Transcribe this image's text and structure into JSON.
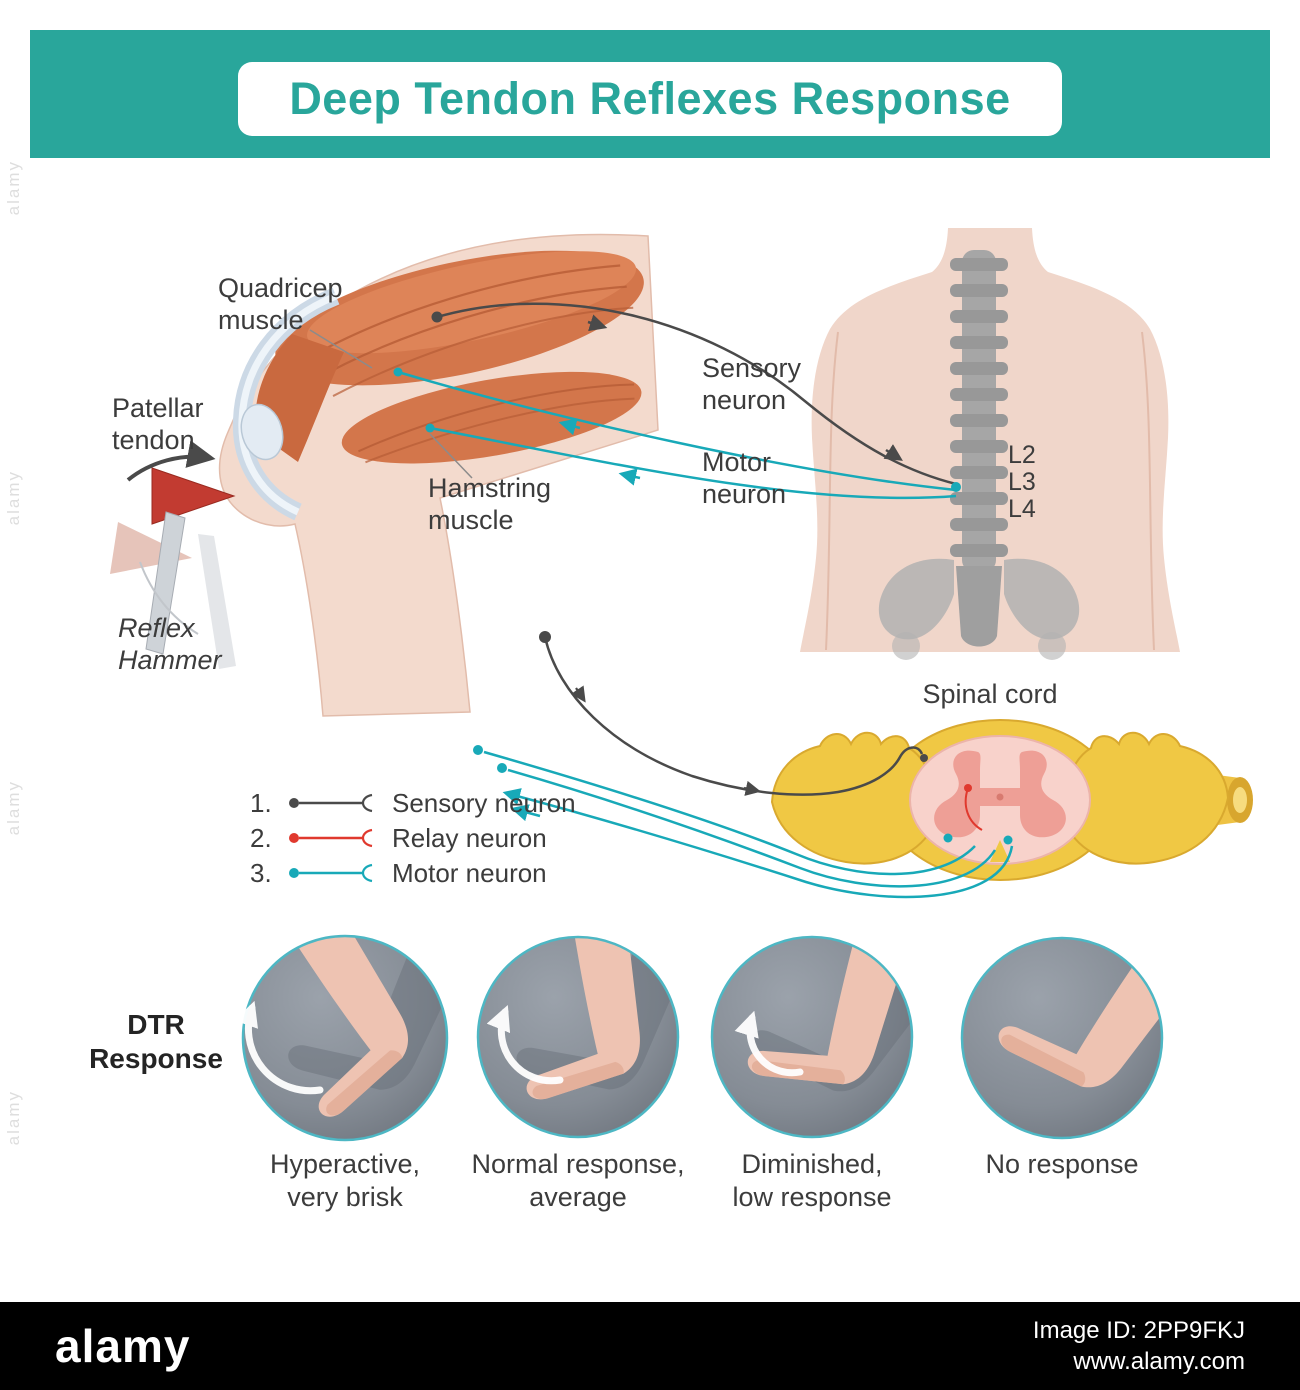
{
  "header": {
    "title": "Deep Tendon Reflexes Response"
  },
  "anatomy_labels": {
    "quadricep": "Quadricep\nmuscle",
    "patellar": "Patellar\ntendon",
    "hamstring": "Hamstring\nmuscle",
    "reflex_hammer": "Reflex\nHammer",
    "sensory_neuron": "Sensory\nneuron",
    "motor_neuron": "Motor\nneuron",
    "spinal_cord": "Spinal cord",
    "vertebrae": [
      "L2",
      "L3",
      "L4"
    ]
  },
  "legend": {
    "items": [
      {
        "num": "1.",
        "label": "Sensory neuron"
      },
      {
        "num": "2.",
        "label": "Relay neuron"
      },
      {
        "num": "3.",
        "label": "Motor neuron"
      }
    ]
  },
  "dtr": {
    "heading": "DTR\nResponse",
    "responses": [
      "Hyperactive,\nvery brisk",
      "Normal response,\naverage",
      "Diminished,\nlow response",
      "No response"
    ]
  },
  "footer": {
    "logo": "alamy",
    "image_id": "Image ID: 2PP9FKJ",
    "url": "www.alamy.com"
  },
  "watermark": "alamy",
  "colors": {
    "header_teal": "#29a69b",
    "sensory_line": "#4a4a4a",
    "relay_line": "#e0392e",
    "motor_line": "#18a9b8",
    "muscle_orange": "#d3764b",
    "skin": "#f3dacd",
    "hammer_red": "#c23b31",
    "cord_yellow": "#f0c844",
    "cord_pink": "#f8d2cb",
    "circle_gray": "#858c95",
    "circle_rim": "#4db7c4",
    "footer_black": "#000000"
  }
}
